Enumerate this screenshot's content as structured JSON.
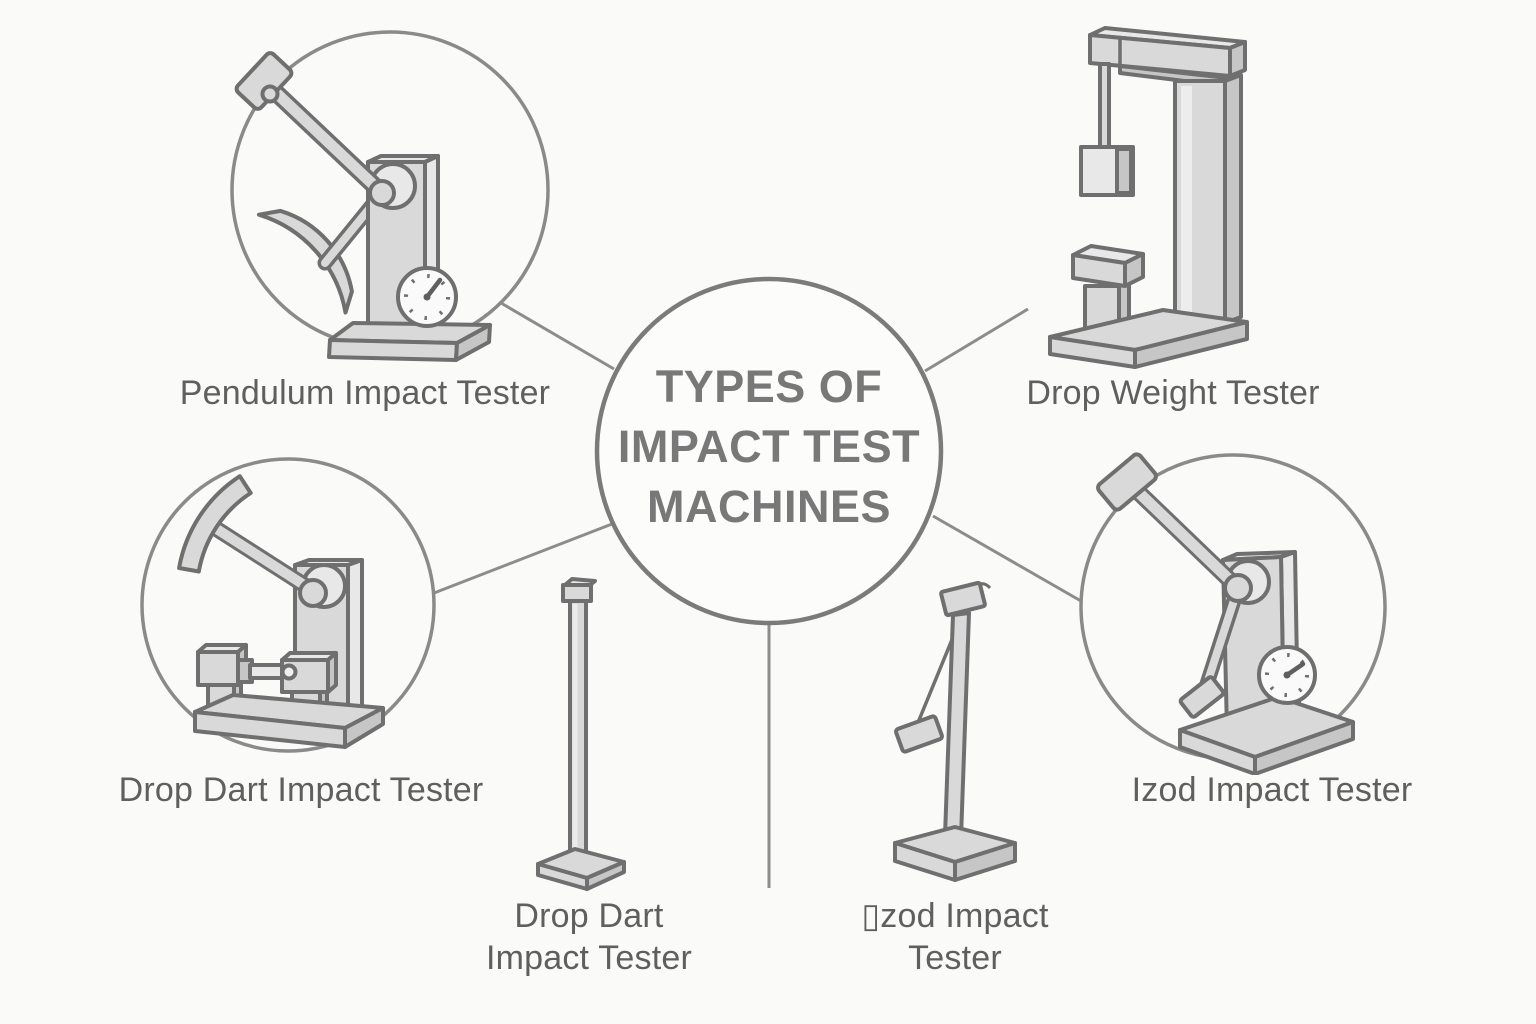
{
  "title": {
    "lines": [
      "TYPES OF",
      "IMPACT TEST",
      "MACHINES"
    ]
  },
  "nodes": {
    "pendulum_tester": {
      "label": "Pendulum Impact Tester",
      "icon": "pendulum-impact-tester-icon",
      "in_circle": true
    },
    "drop_weight_tester": {
      "label": "Drop Weight Tester",
      "icon": "drop-weight-tester-icon",
      "in_circle": false
    },
    "drop_dart_tester_circle": {
      "label": "Drop Dart Impact Tester",
      "icon": "drop-dart-machine-icon",
      "in_circle": true
    },
    "drop_dart_tester_pole": {
      "label_lines": [
        "Drop Dart",
        "Impact Tester"
      ],
      "icon": "drop-dart-pole-icon",
      "in_circle": false
    },
    "izod_tester_pendulum": {
      "label_lines": [
        "▯zod Impact",
        "Tester"
      ],
      "icon": "izod-pendulum-icon",
      "in_circle": false
    },
    "izod_tester": {
      "label": "Izod Impact Tester",
      "icon": "izod-impact-tester-icon",
      "in_circle": true
    }
  },
  "colors": {
    "background": "#fafaf9",
    "machine_fill": "#d9d9d9",
    "machine_fill_light": "#e8e8e8",
    "machine_fill_dark": "#c6c6c6",
    "machine_stroke": "#6f6f6f",
    "connector_line": "#8c8c8c",
    "node_circle_stroke": "#8a8a8a",
    "central_circle_stroke": "#7b7b7b",
    "label_text": "#5f5f5f",
    "title_text": "#787878",
    "gauge_face": "#fafafa"
  }
}
